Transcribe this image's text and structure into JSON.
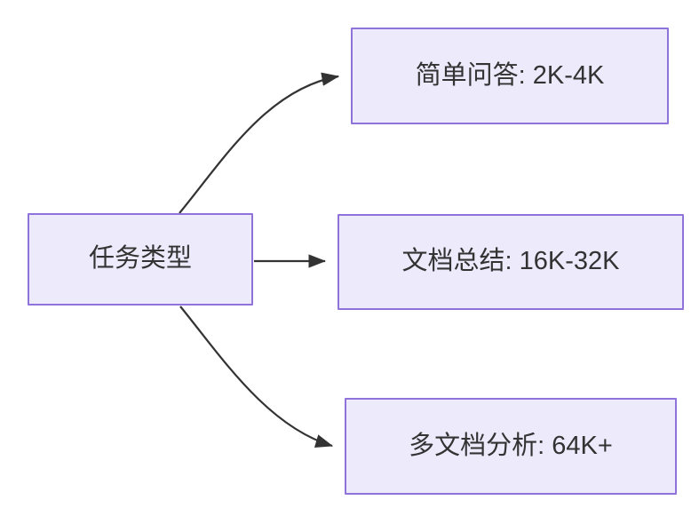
{
  "diagram": {
    "type": "flowchart",
    "direction": "left-to-right",
    "background_color": "#ffffff",
    "node_fill_color": "#ECEAFB",
    "node_border_color": "#8F73DB",
    "node_text_color": "#333333",
    "edge_color": "#333333",
    "nodes": [
      {
        "id": "root",
        "label": "任务类型"
      },
      {
        "id": "simple_qa",
        "label": "简单问答: 2K-4K"
      },
      {
        "id": "doc_summary",
        "label": "文档总结: 16K-32K"
      },
      {
        "id": "multidoc_analysis",
        "label": "多文档分析: 64K+"
      }
    ],
    "edges": [
      {
        "id": "edge-root-simple-qa",
        "from": "root",
        "to": "simple_qa",
        "label": "",
        "style": "curved-arrow"
      },
      {
        "id": "edge-root-doc-summary",
        "from": "root",
        "to": "doc_summary",
        "label": "",
        "style": "straight-arrow"
      },
      {
        "id": "edge-root-multidoc-analysis",
        "from": "root",
        "to": "multidoc_analysis",
        "label": "",
        "style": "curved-arrow"
      }
    ]
  }
}
